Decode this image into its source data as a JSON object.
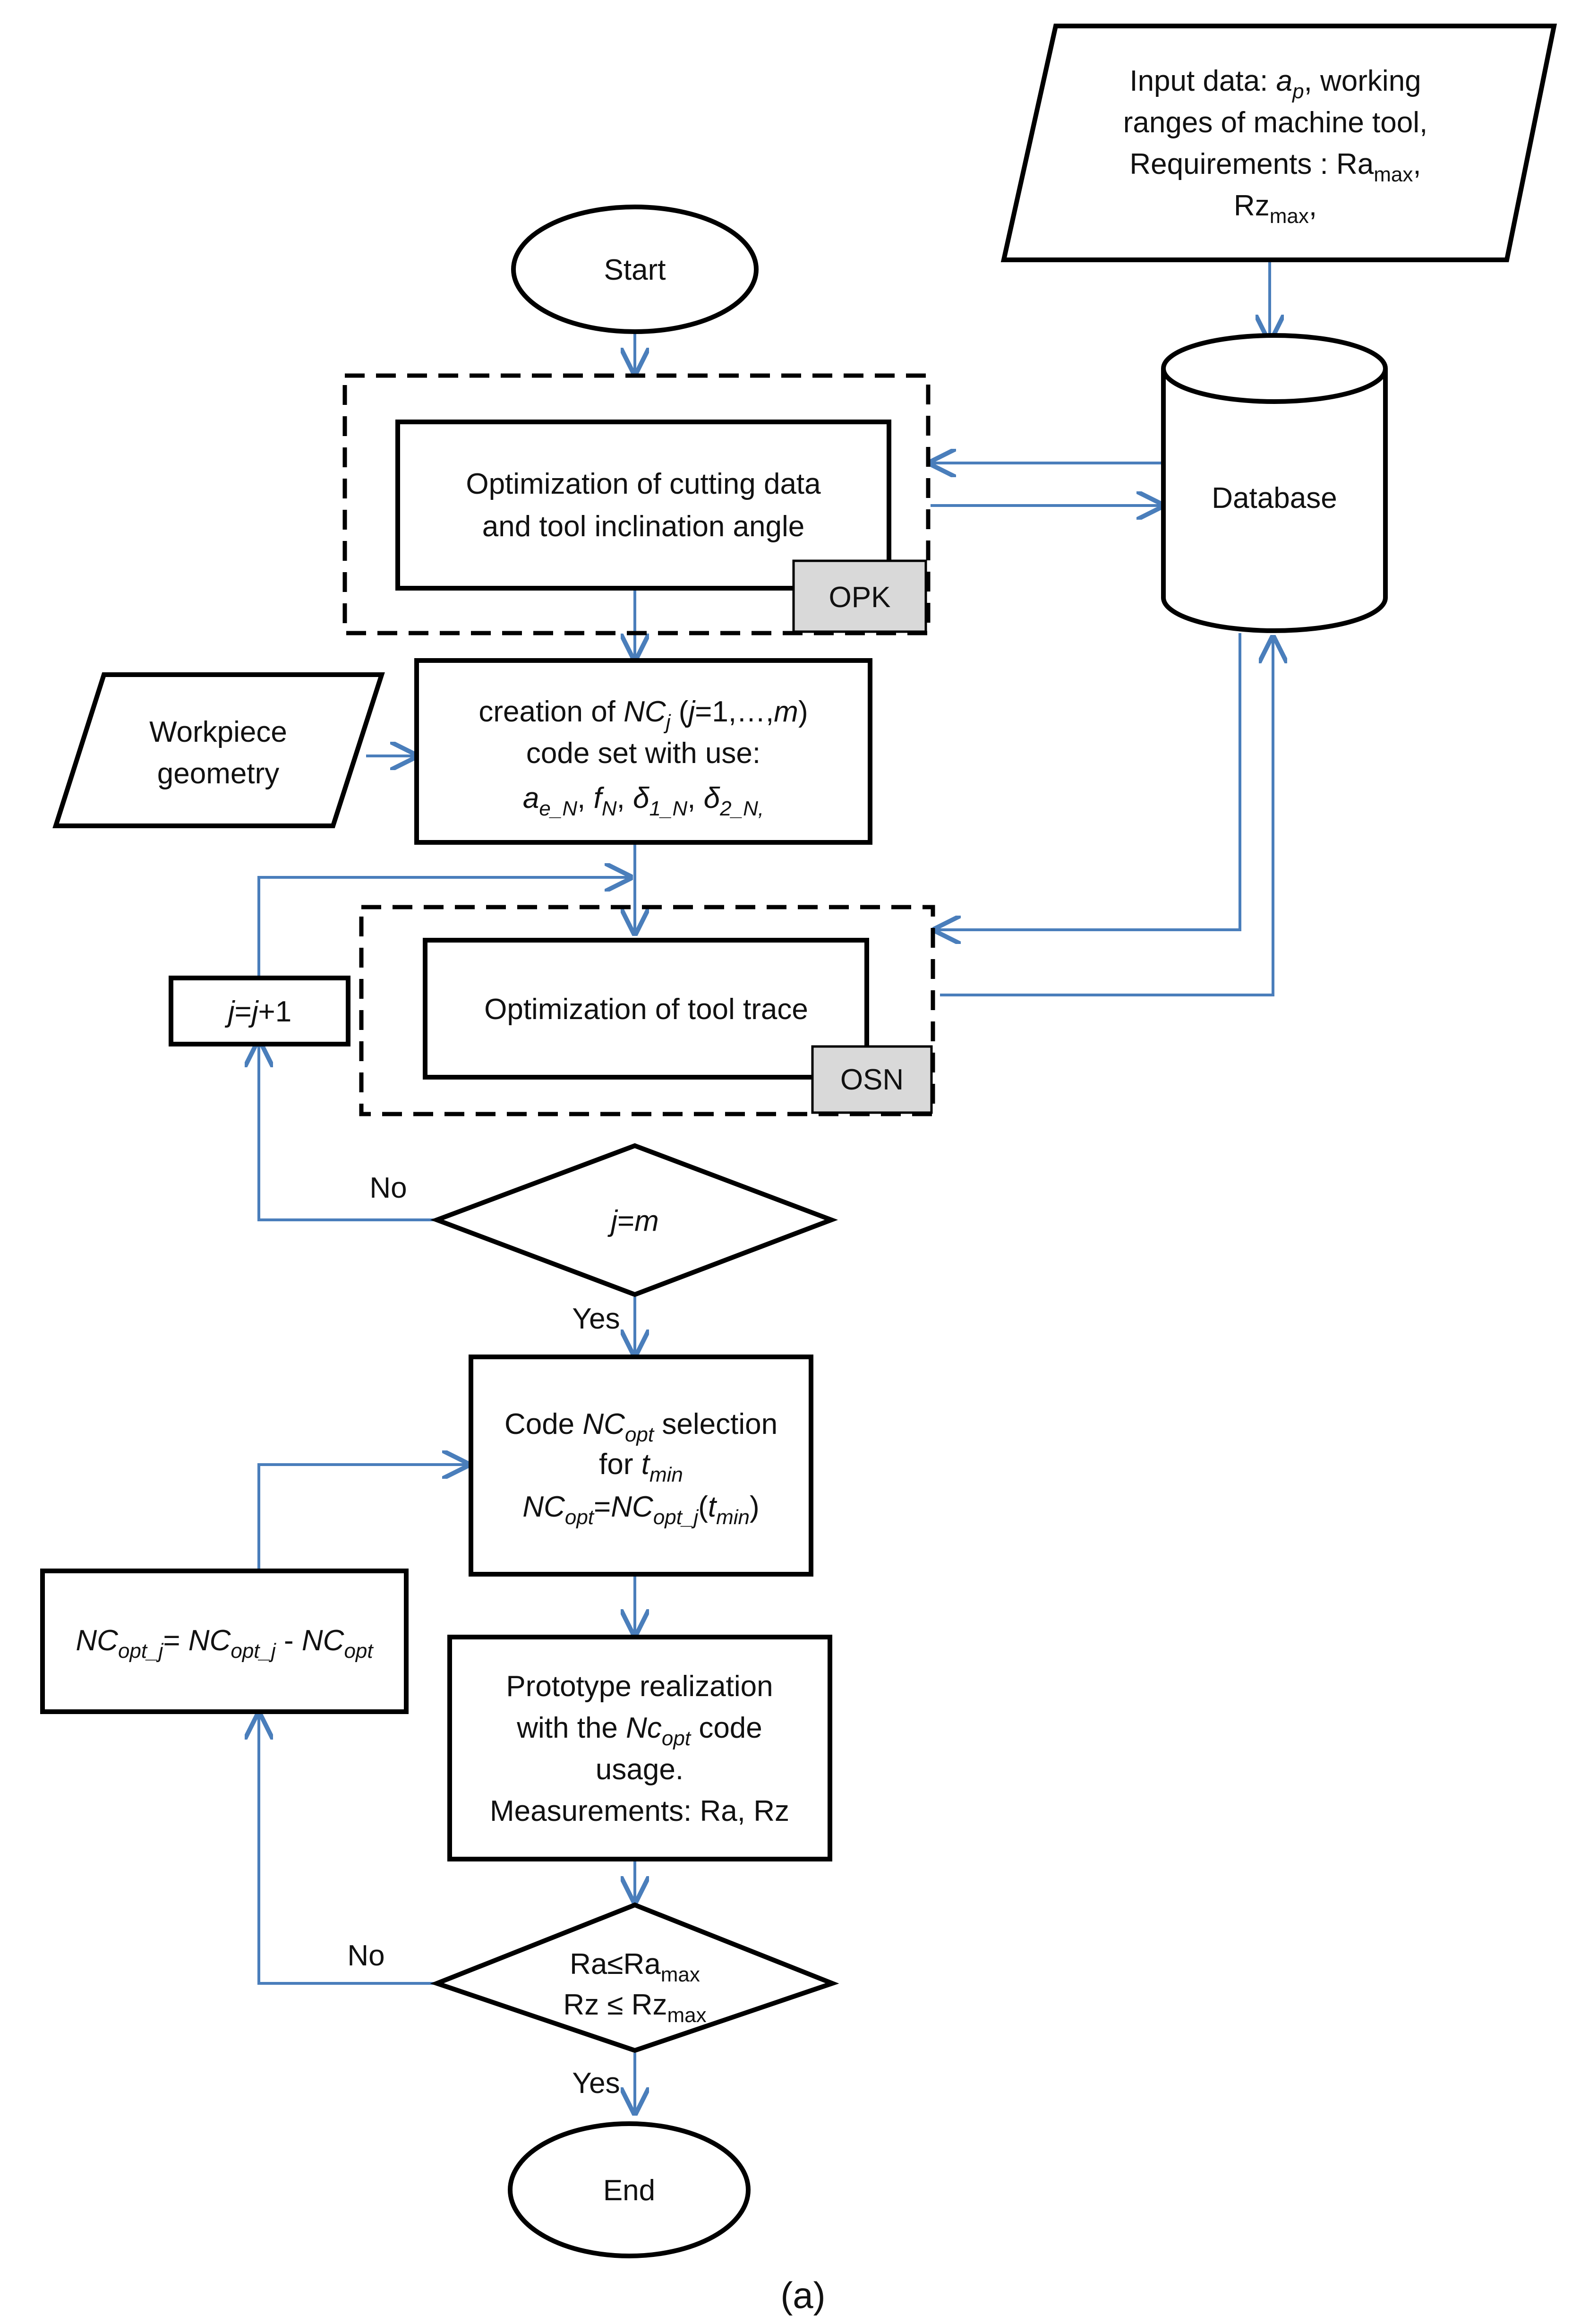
{
  "colors": {
    "arrow": "#4a7ebb",
    "shape_stroke": "#000000",
    "badge_fill": "#d9d9d9"
  },
  "nodes": {
    "start": "Start",
    "end": "End",
    "input": {
      "line1_pre": "Input data: ",
      "line1_var": "a",
      "line1_var_sub": "p",
      "line1_post": ", working",
      "line2": "ranges of machine tool,",
      "line3_pre": "Requirements : Ra",
      "line3_sub": "max",
      "line3_post": ",",
      "line4_pre": "Rz",
      "line4_sub": "max",
      "line4_post": ","
    },
    "database": "Database",
    "opt_cutting": {
      "line1": "Optimization  of cutting data",
      "line2": "and tool inclination angle",
      "badge": "OPK"
    },
    "workpiece": {
      "line1": "Workpiece",
      "line2": "geometry"
    },
    "creation": {
      "line1_pre": "creation of ",
      "line1_nc": "NC",
      "line1_nc_sub": "j",
      "line1_paren_open": " (",
      "line1_j": "j",
      "line1_range": "=1,…,",
      "line1_m": "m",
      "line1_paren_close": ")",
      "line2": "code set with use:",
      "line3_a": "a",
      "line3_a_sub": "e_N",
      "line3_f": "f",
      "line3_f_sub": "N",
      "line3_d1": "δ",
      "line3_d1_sub": "1_N",
      "line3_d2": "δ",
      "line3_d2_sub": "2_N,",
      "line3_sep": ", "
    },
    "opt_trace": {
      "label": "Optimization of tool trace",
      "badge": "OSN"
    },
    "increment": {
      "j1": "j",
      "eq": "=",
      "j2": "j",
      "plus": "+1"
    },
    "decision1": {
      "j": "j",
      "eq": "=",
      "m": "m",
      "no": "No",
      "yes": "Yes"
    },
    "selection": {
      "line1_pre": "Code ",
      "line1_nc": "NC",
      "line1_nc_sub": "opt",
      "line1_post": " selection",
      "line2_pre": "for ",
      "line2_t": "t",
      "line2_t_sub": "min",
      "line3_nc": "NC",
      "line3_nc_sub": "opt",
      "line3_eq": "=",
      "line3_nc2": "NC",
      "line3_nc2_sub": "opt_j",
      "line3_open": "(",
      "line3_t": "t",
      "line3_t_sub": "min",
      "line3_close": ")"
    },
    "update": {
      "nc1": "NC",
      "nc1_sub": "opt_j",
      "eq": "= ",
      "nc2": "NC",
      "nc2_sub": "opt_j",
      "minus": " - ",
      "nc3": "NC",
      "nc3_sub": "opt"
    },
    "prototype": {
      "line1": "Prototype realization",
      "line2_pre": "with the ",
      "line2_nc": "Nc",
      "line2_nc_sub": "opt",
      "line2_post": " code",
      "line3": "usage.",
      "line4": "Measurements:  Ra, Rz"
    },
    "decision2": {
      "line1_pre": "Ra≤Ra",
      "line1_sub": "max",
      "line2_pre": "Rz ≤ Rz",
      "line2_sub": "max",
      "no": "No",
      "yes": "Yes"
    }
  },
  "caption": "(a)"
}
